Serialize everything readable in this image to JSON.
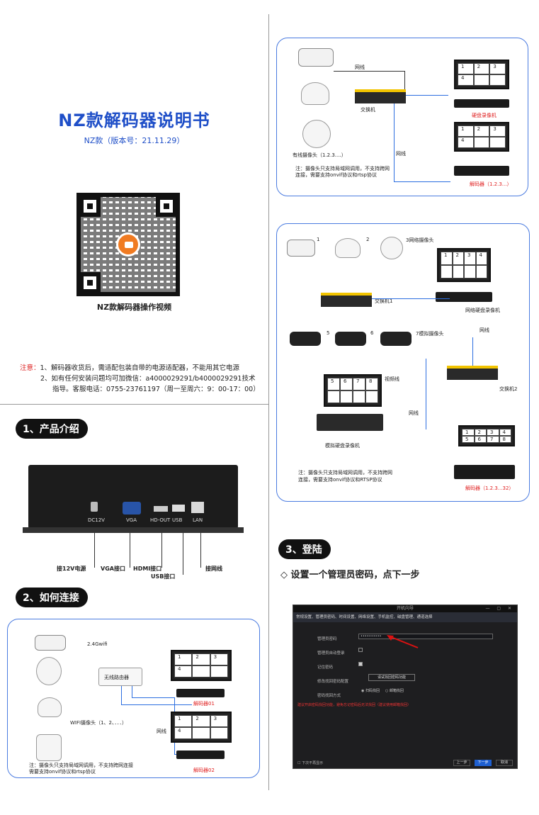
{
  "doc": {
    "title": "NZ款解码器说明书",
    "subtitle": "NZ款（版本号：21.11.29）",
    "qr_caption": "NZ款解码器操作视频",
    "notes_lead": "注意：",
    "note1": "1、解码器收货后，需适配包装自带的电源适配器，不能用其它电源",
    "note2": "2、如有任何安装问题均可加微信：a4000029291/b4000029291技术",
    "note3": "指导。客服电话：0755-23761197（周一至周六：9：00-17：00）"
  },
  "sec1": {
    "title": "1、产品介绍",
    "ports": [
      "DC12V",
      "VGA",
      "HD-OUT",
      "USB",
      "LAN"
    ],
    "labels": [
      "接12V电源",
      "VGA接口",
      "HDMI接口",
      "USB接口",
      "接网线"
    ]
  },
  "sec2": {
    "title": "2、如何连接",
    "wifi": "2.4Gwifi",
    "router": "无线路由器",
    "cams": "WIFI摄像头（1、2、．．．）",
    "line": "网线",
    "dec1": "解码器01",
    "dec2": "解码器02",
    "note": "注：摄像头只支持局域网调用，不支持跨网连接\n需要支持onvif协议和rtsp协议",
    "grid": [
      "1",
      "2",
      "3",
      "4"
    ]
  },
  "right_top": {
    "line": "网线",
    "switch": "交换机",
    "nvr": "硬盘录像机",
    "cams": "有线摄像头（1.2.3....）",
    "line2": "网线",
    "decoder": "解码器（1.2.3...）",
    "note": "注：摄像头只支持局域网调用，不支持跨网\n连接，需要支持onvif协议和rtsp协议",
    "grid": [
      "1",
      "2",
      "3",
      "4"
    ]
  },
  "right_mid": {
    "n1": "1",
    "n2": "2",
    "n3": "3网络摄像头",
    "n5": "5",
    "n6": "6",
    "n7": "7模拟摄像头",
    "switch1": "交换机1",
    "switch2": "交换机2",
    "nvr": "网络硬盘录像机",
    "analog": "模拟硬盘录像机",
    "video_line": "视频线",
    "line": "网线",
    "line2": "网线",
    "decoder": "解码器（1.2.3...32）",
    "note": "注：摄像头只支持局域网调用，不支持跨网\n连接，需要支持onvif协议和RTSP协议",
    "grid_nvr": [
      "1",
      "2",
      "3",
      "4"
    ],
    "grid_analog": [
      "5",
      "6",
      "7",
      "8"
    ],
    "grid_dec": [
      "1",
      "2",
      "3",
      "4",
      "5",
      "6",
      "7",
      "8"
    ]
  },
  "sec3": {
    "title": "3、登陆",
    "step": "◇ 设置一个管理员密码，点下一步",
    "window_title": "开机向导",
    "tabs": "常规设置、管理员密码、时间设置、网络设置、手机监控、磁盘管理、通道选择",
    "fields": [
      "管理员密码",
      "管理员自动登录",
      "记住密码",
      "修改找回密码配置",
      "密码找回方式"
    ],
    "password": "••••••••••",
    "config_btn": "请试找回密码功能",
    "opt1": "扫码找回",
    "opt2": "邮箱找回",
    "warn": "建议开启密码找回功能，避免忘记密码后无法找回（建议使用邮箱找回）",
    "skip": "下次不再显示",
    "prev": "上一步",
    "next": "下一步",
    "cancel": "取消"
  }
}
